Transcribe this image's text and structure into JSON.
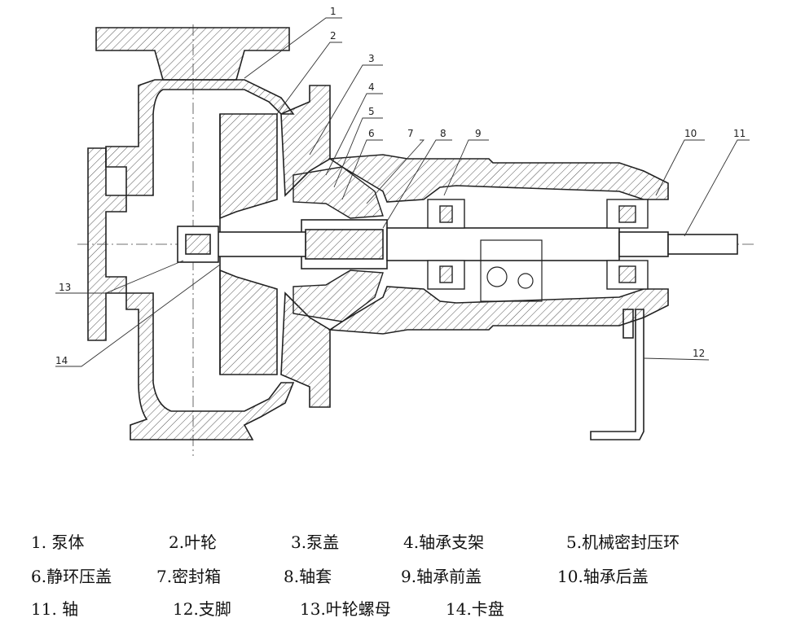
{
  "callouts": [
    "1",
    "2",
    "3",
    "4",
    "5",
    "6",
    "7",
    "8",
    "9",
    "10",
    "11",
    "12",
    "13",
    "14"
  ],
  "legend": [
    "1. 泵体",
    "2.叶轮",
    "3.泵盖",
    "4.轴承支架",
    "5.机械密封压环",
    "6.静环压盖",
    "7.密封箱",
    "8.轴套",
    "9.轴承前盖",
    "10.轴承后盖",
    "11. 轴",
    "12.支脚",
    "13.叶轮螺母",
    "14.卡盘"
  ],
  "colors": {
    "line": "#222222",
    "hatch": "#555555",
    "text": "#111111"
  }
}
